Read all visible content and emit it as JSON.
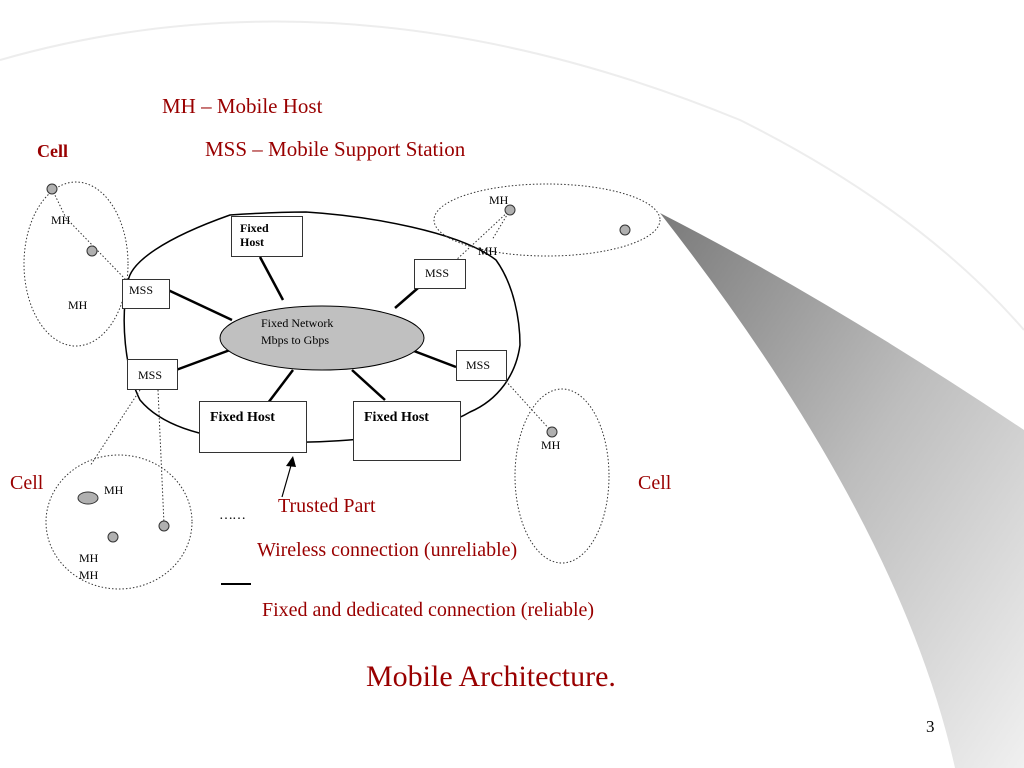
{
  "legend": {
    "mh_definition": "MH – Mobile Host",
    "mss_definition": "MSS – Mobile Support Station",
    "trusted_part": "Trusted Part",
    "wireless_symbol": "……",
    "wireless": "Wireless connection (unreliable)",
    "fixed": "Fixed and dedicated connection (reliable)"
  },
  "labels": {
    "cell": "Cell",
    "mh": "MH",
    "mss": "MSS",
    "fixed_host": "Fixed Host",
    "fixed_host_line1": "Fixed",
    "fixed_host_line2": "Host",
    "network_line1": "Fixed Network",
    "network_line2": "Mbps to Gbps"
  },
  "title": "Mobile Architecture.",
  "page_number": "3",
  "colors": {
    "accent_red": "#990000",
    "network_fill": "#c0c0c0",
    "node_fill": "#b0b0b0",
    "slide_curve": "#9a9a9a"
  }
}
